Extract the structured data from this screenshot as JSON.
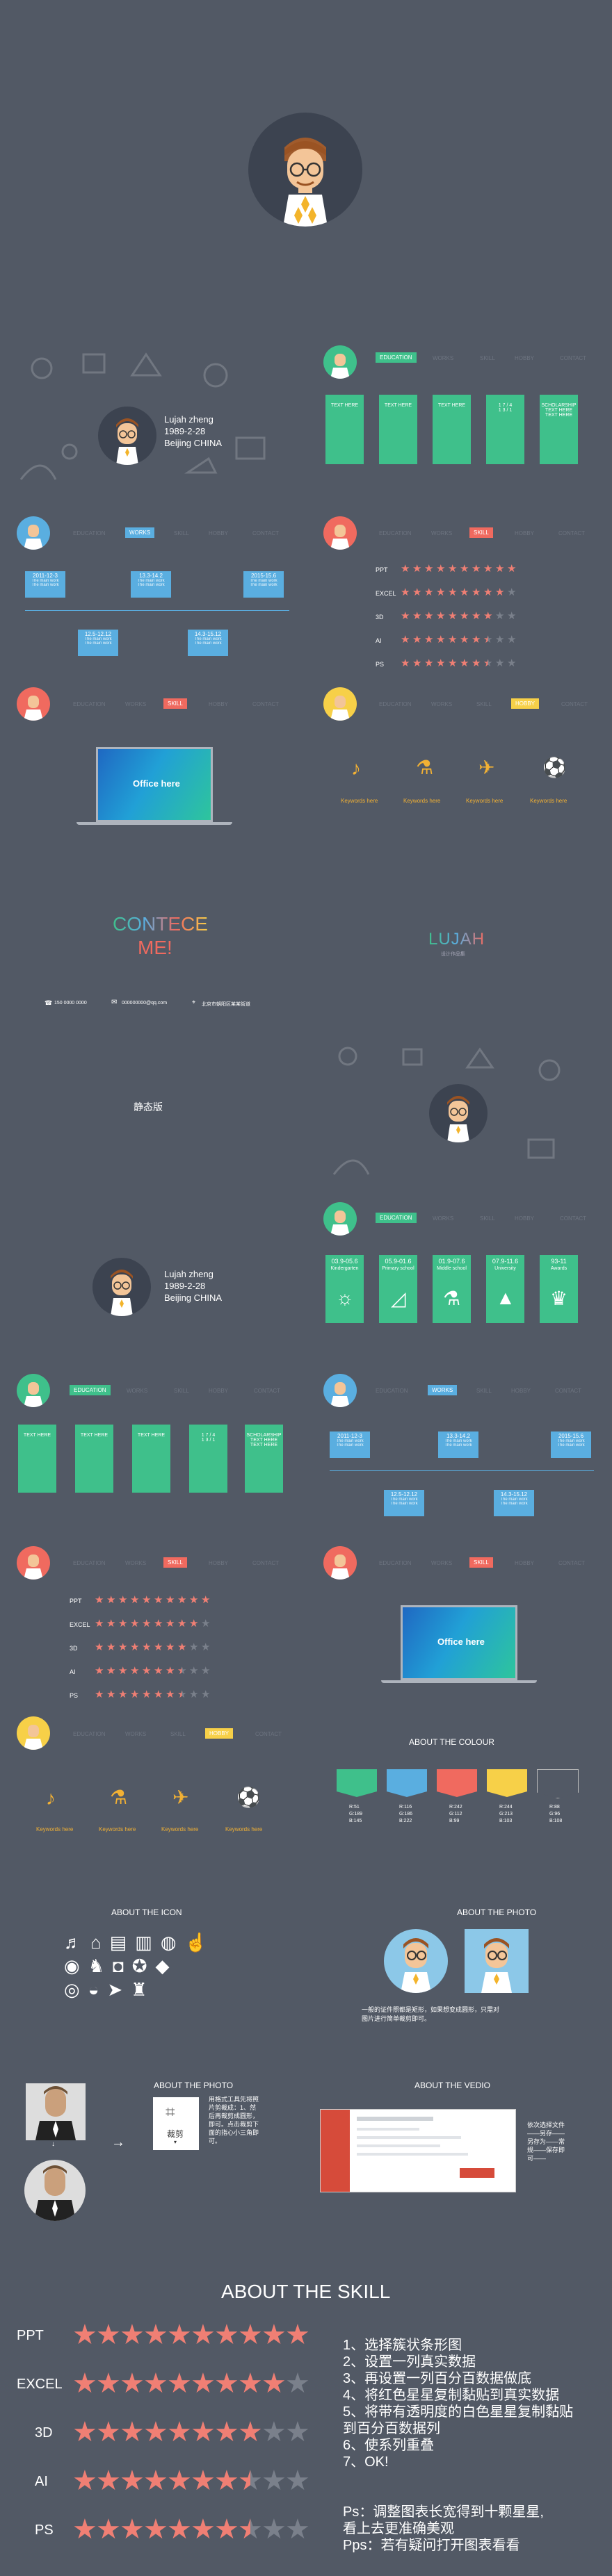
{
  "profile": {
    "name": "Lujah zheng",
    "birth": "1989-2-28",
    "location": "Beijing CHINA"
  },
  "nav": {
    "education": "EDUCATION",
    "works": "WORKS",
    "skill": "SKILL",
    "hobby": "HOBBY",
    "contact": "CONTACT"
  },
  "education_cards": {
    "text_here": "TEXT HERE",
    "text_here_2": "TEXT HERE",
    "cards_top": [
      "TEXT HERE",
      "TEXT HERE",
      "TEXT HERE",
      "1 7 / 4\n1 3 / 1",
      "SCHOLARSHIP\nTEXT HERE\nTEXT HERE"
    ],
    "dated": [
      {
        "date": "03.9-05.6",
        "label": "Kindergarten"
      },
      {
        "date": "05.9-01.6",
        "label": "Primary school"
      },
      {
        "date": "01.9-07.6",
        "label": "Middle school"
      },
      {
        "date": "07.9-11.6",
        "label": "University"
      },
      {
        "date": "93-11",
        "label": "Awards"
      }
    ]
  },
  "works_timeline": {
    "top": [
      {
        "date": "2011-12-3",
        "line1": "The main work",
        "line2": "The main work"
      },
      {
        "date": "13.3-14.2",
        "line1": "The main work",
        "line2": "The main work"
      },
      {
        "date": "2015-15.6",
        "line1": "The main work",
        "line2": "The main work"
      }
    ],
    "bottom": [
      {
        "date": "12.5-12.12",
        "line1": "The main work",
        "line2": "The main work"
      },
      {
        "date": "14.3-15.12",
        "line1": "The main work",
        "line2": "The main work"
      }
    ]
  },
  "skills": [
    {
      "name": "PPT",
      "rating": 10
    },
    {
      "name": "EXCEL",
      "rating": 9
    },
    {
      "name": "3D",
      "rating": 8
    },
    {
      "name": "AI",
      "rating": 7.5
    },
    {
      "name": "PS",
      "rating": 7.5
    }
  ],
  "hobby": {
    "keywords": [
      "Keywords here",
      "Keywords here",
      "Keywords here",
      "Keywords here"
    ]
  },
  "laptop": {
    "screen_title": "Office here"
  },
  "contact": {
    "title_line1": "CONTECE",
    "title_line2": "ME!",
    "phone": "150 0000 0000",
    "email": "000000000@qq.com",
    "address": "北京市朝阳区某某街道",
    "logo": "LUJAH",
    "logo_sub": "设计作品集"
  },
  "static_label": "静态版",
  "colour": {
    "title": "ABOUT THE COLOUR",
    "swatches": [
      {
        "color": "#3fc08b",
        "r": "R:51",
        "g": "G:189",
        "b": "B:145"
      },
      {
        "color": "#5aaee0",
        "r": "R:116",
        "g": "G:186",
        "b": "B:222"
      },
      {
        "color": "#f06a5f",
        "r": "R:242",
        "g": "G:112",
        "b": "B:99"
      },
      {
        "color": "#f7d048",
        "r": "R:244",
        "g": "G:213",
        "b": "B:103"
      },
      {
        "color": "#525965",
        "r": "R:88",
        "g": "G:96",
        "b": "B:108"
      }
    ]
  },
  "icon_section": {
    "title": "ABOUT THE ICON"
  },
  "photo_section": {
    "title": "ABOUT THE PHOTO",
    "caption_line1": "一般的证件照都是矩形，如果想变成圆形，只需对",
    "caption_line2": "图片进行简单裁剪即可。"
  },
  "photo_section2": {
    "title": "ABOUT THE PHOTO",
    "crop_label": "裁剪",
    "note": "用格式工具先将照片剪裁成：1、然后再裁剪成圆形，即可。点击裁剪下面的指心小三角即可。"
  },
  "video_section": {
    "title": "ABOUT THE VEDIO",
    "note": "依次选择文件——另存——另存为——常规——保存即可——"
  },
  "skill_section": {
    "title": "ABOUT THE SKILL",
    "steps": [
      "1、选择簇状条形图",
      "2、设置一列真实数据",
      "3、再设置一列百分百数据做底",
      "4、将红色星星复制黏贴到真实数据",
      "5、将带有透明度的白色星星复制黏贴",
      "到百分百数据列",
      "6、使系列重叠",
      "7、OK!"
    ],
    "ps1": "Ps：调整图表长宽得到十颗星星,",
    "ps1b": "看上去更准确美观",
    "ps2": "Pps：若有疑问打开图表看看"
  },
  "colors": {
    "bg": "#525965",
    "green": "#3fc08b",
    "blue": "#5aaee0",
    "red": "#f06a5f",
    "yellow": "#f7d048",
    "star": "#f07f74",
    "star_empty": "#7a808b",
    "muted": "#6d7480"
  }
}
